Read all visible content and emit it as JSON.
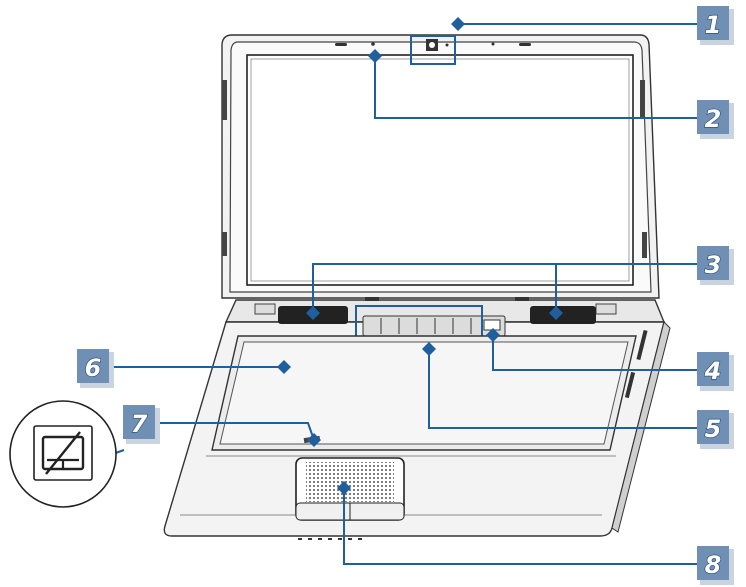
{
  "callouts": [
    {
      "id": "1",
      "label": "1"
    },
    {
      "id": "2",
      "label": "2"
    },
    {
      "id": "3",
      "label": "3"
    },
    {
      "id": "4",
      "label": "4"
    },
    {
      "id": "5",
      "label": "5"
    },
    {
      "id": "6",
      "label": "6"
    },
    {
      "id": "7",
      "label": "7"
    },
    {
      "id": "8",
      "label": "8"
    }
  ],
  "icons": {
    "touchpad_toggle": "touchpad-disabled-icon"
  },
  "colors": {
    "callout_fill": "#6f8fb4",
    "leader_line": "#1f5f9e"
  }
}
